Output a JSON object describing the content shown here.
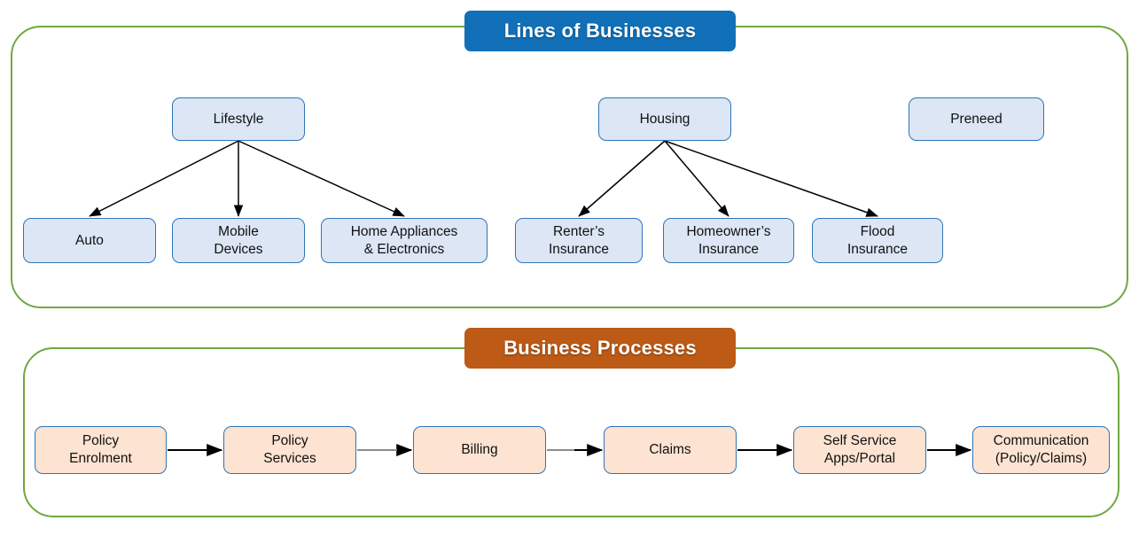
{
  "sections": [
    {
      "id": "lines-of-businesses",
      "title": "Lines of Businesses",
      "badge_color": "#1170B8",
      "panel_color": "#6FA842",
      "parents": [
        {
          "label": "Lifestyle"
        },
        {
          "label": "Housing"
        },
        {
          "label": "Preneed"
        }
      ],
      "children": [
        {
          "label": "Auto",
          "parent": "Lifestyle"
        },
        {
          "label": "Mobile\nDevices",
          "parent": "Lifestyle"
        },
        {
          "label": "Home Appliances\n& Electronics",
          "parent": "Lifestyle"
        },
        {
          "label": "Renter’s\nInsurance",
          "parent": "Housing"
        },
        {
          "label": "Homeowner’s\nInsurance",
          "parent": "Housing"
        },
        {
          "label": "Flood\nInsurance",
          "parent": "Housing"
        }
      ]
    },
    {
      "id": "business-processes",
      "title": "Business Processes",
      "badge_color": "#BC5A16",
      "panel_color": "#6FA842",
      "steps": [
        {
          "label": "Policy\nEnrolment"
        },
        {
          "label": "Policy\nServices"
        },
        {
          "label": "Billing"
        },
        {
          "label": "Claims"
        },
        {
          "label": "Self Service\nApps/Portal"
        },
        {
          "label": "Communication\n(Policy/Claims)"
        }
      ]
    }
  ],
  "colors": {
    "node_blue_fill": "#DCE6F5",
    "node_peach_fill": "#FCE3D2",
    "node_border": "#2E75B6",
    "panel_border": "#6FA842",
    "badge_lob": "#1170B8",
    "badge_proc": "#BC5A16",
    "connector": "#000000"
  }
}
